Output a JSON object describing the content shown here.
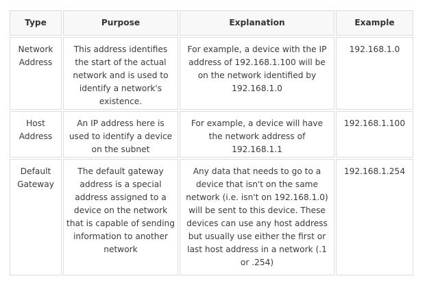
{
  "table": {
    "headers": [
      "Type",
      "Purpose",
      "Explanation",
      "Example"
    ],
    "rows": [
      {
        "type": "Network Address",
        "purpose": "This address identifies the start of the actual network and is used to identify a network's existence.",
        "explanation": "For example, a device with the IP address of 192.168.1.100 will be on the network identified by 192.168.1.0",
        "example": "192.168.1.0"
      },
      {
        "type": "Host Address",
        "purpose": "An IP address here is used to identify a device on the subnet",
        "explanation": "For example, a device will have the network address of 192.168.1.1",
        "example": "192.168.1.100"
      },
      {
        "type": "Default Gateway",
        "purpose": "The default gateway address is a special address assigned to a device on the network that is capable of sending information to another network",
        "explanation": "Any data that needs to go to a device that isn't on the same network (i.e. isn't on 192.168.1.0) will be sent to this device. These devices can use any host address but usually use either the first or last host address in a network (.1 or .254)",
        "example": "192.168.1.254"
      }
    ]
  }
}
